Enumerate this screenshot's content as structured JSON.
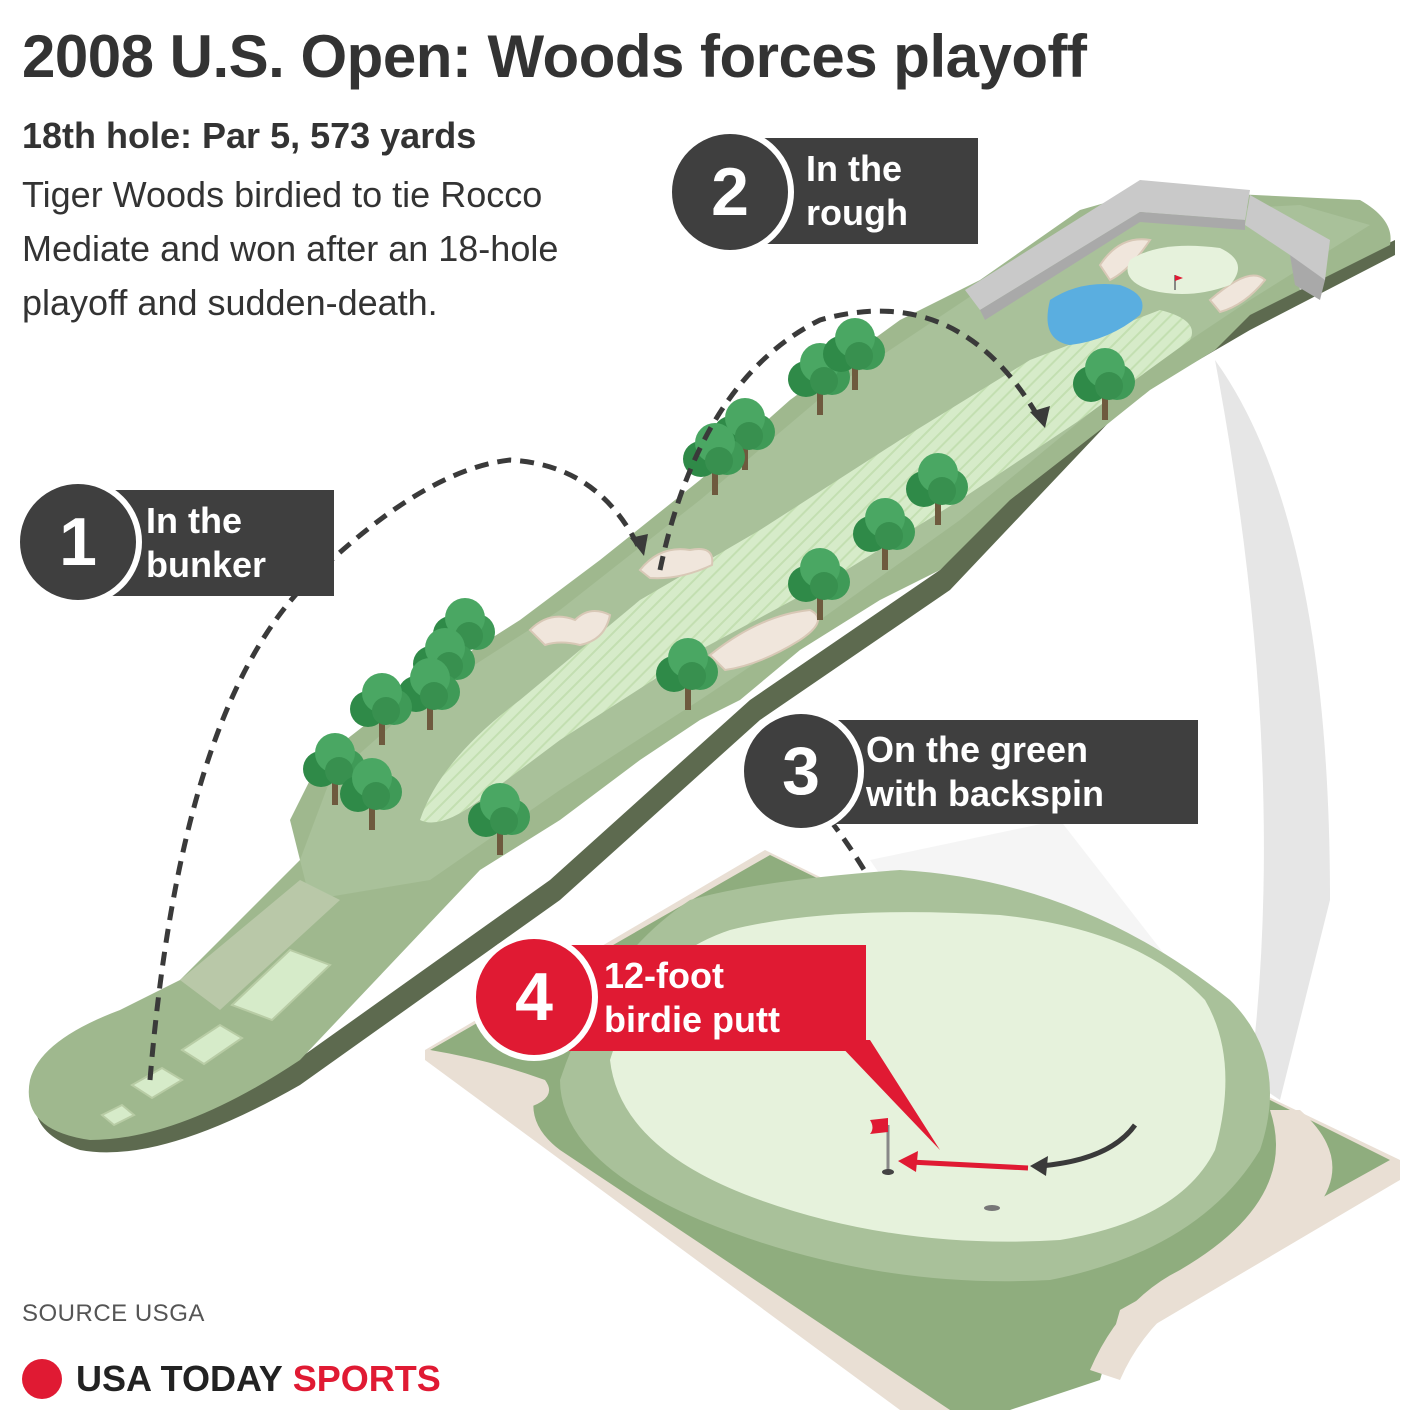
{
  "title": "2008 U.S. Open: Woods forces playoff",
  "subtitle": "18th hole: Par 5, 573 yards",
  "description": "Tiger Woods birdied to tie Rocco Mediate and won after an 18-hole playoff and sudden-death.",
  "callouts": [
    {
      "number": "1",
      "label_line1": "In the",
      "label_line2": "bunker"
    },
    {
      "number": "2",
      "label_line1": "In the",
      "label_line2": "rough"
    },
    {
      "number": "3",
      "label_line1": "On the green",
      "label_line2": "with backspin"
    },
    {
      "number": "4",
      "label_line1": "12-foot",
      "label_line2": "birdie putt"
    }
  ],
  "source": "SOURCE USGA",
  "brand": {
    "main": "USA TODAY",
    "accent": "SPORTS"
  },
  "colors": {
    "rough": "#8fad7e",
    "fairway": "#d6ebc9",
    "green": "#e6f2dc",
    "bunker": "#f0e6dc",
    "water": "#5aaee0",
    "callout_dark": "#3f3f3f",
    "callout_red": "#e01a33",
    "tree": "#3f9a57"
  }
}
